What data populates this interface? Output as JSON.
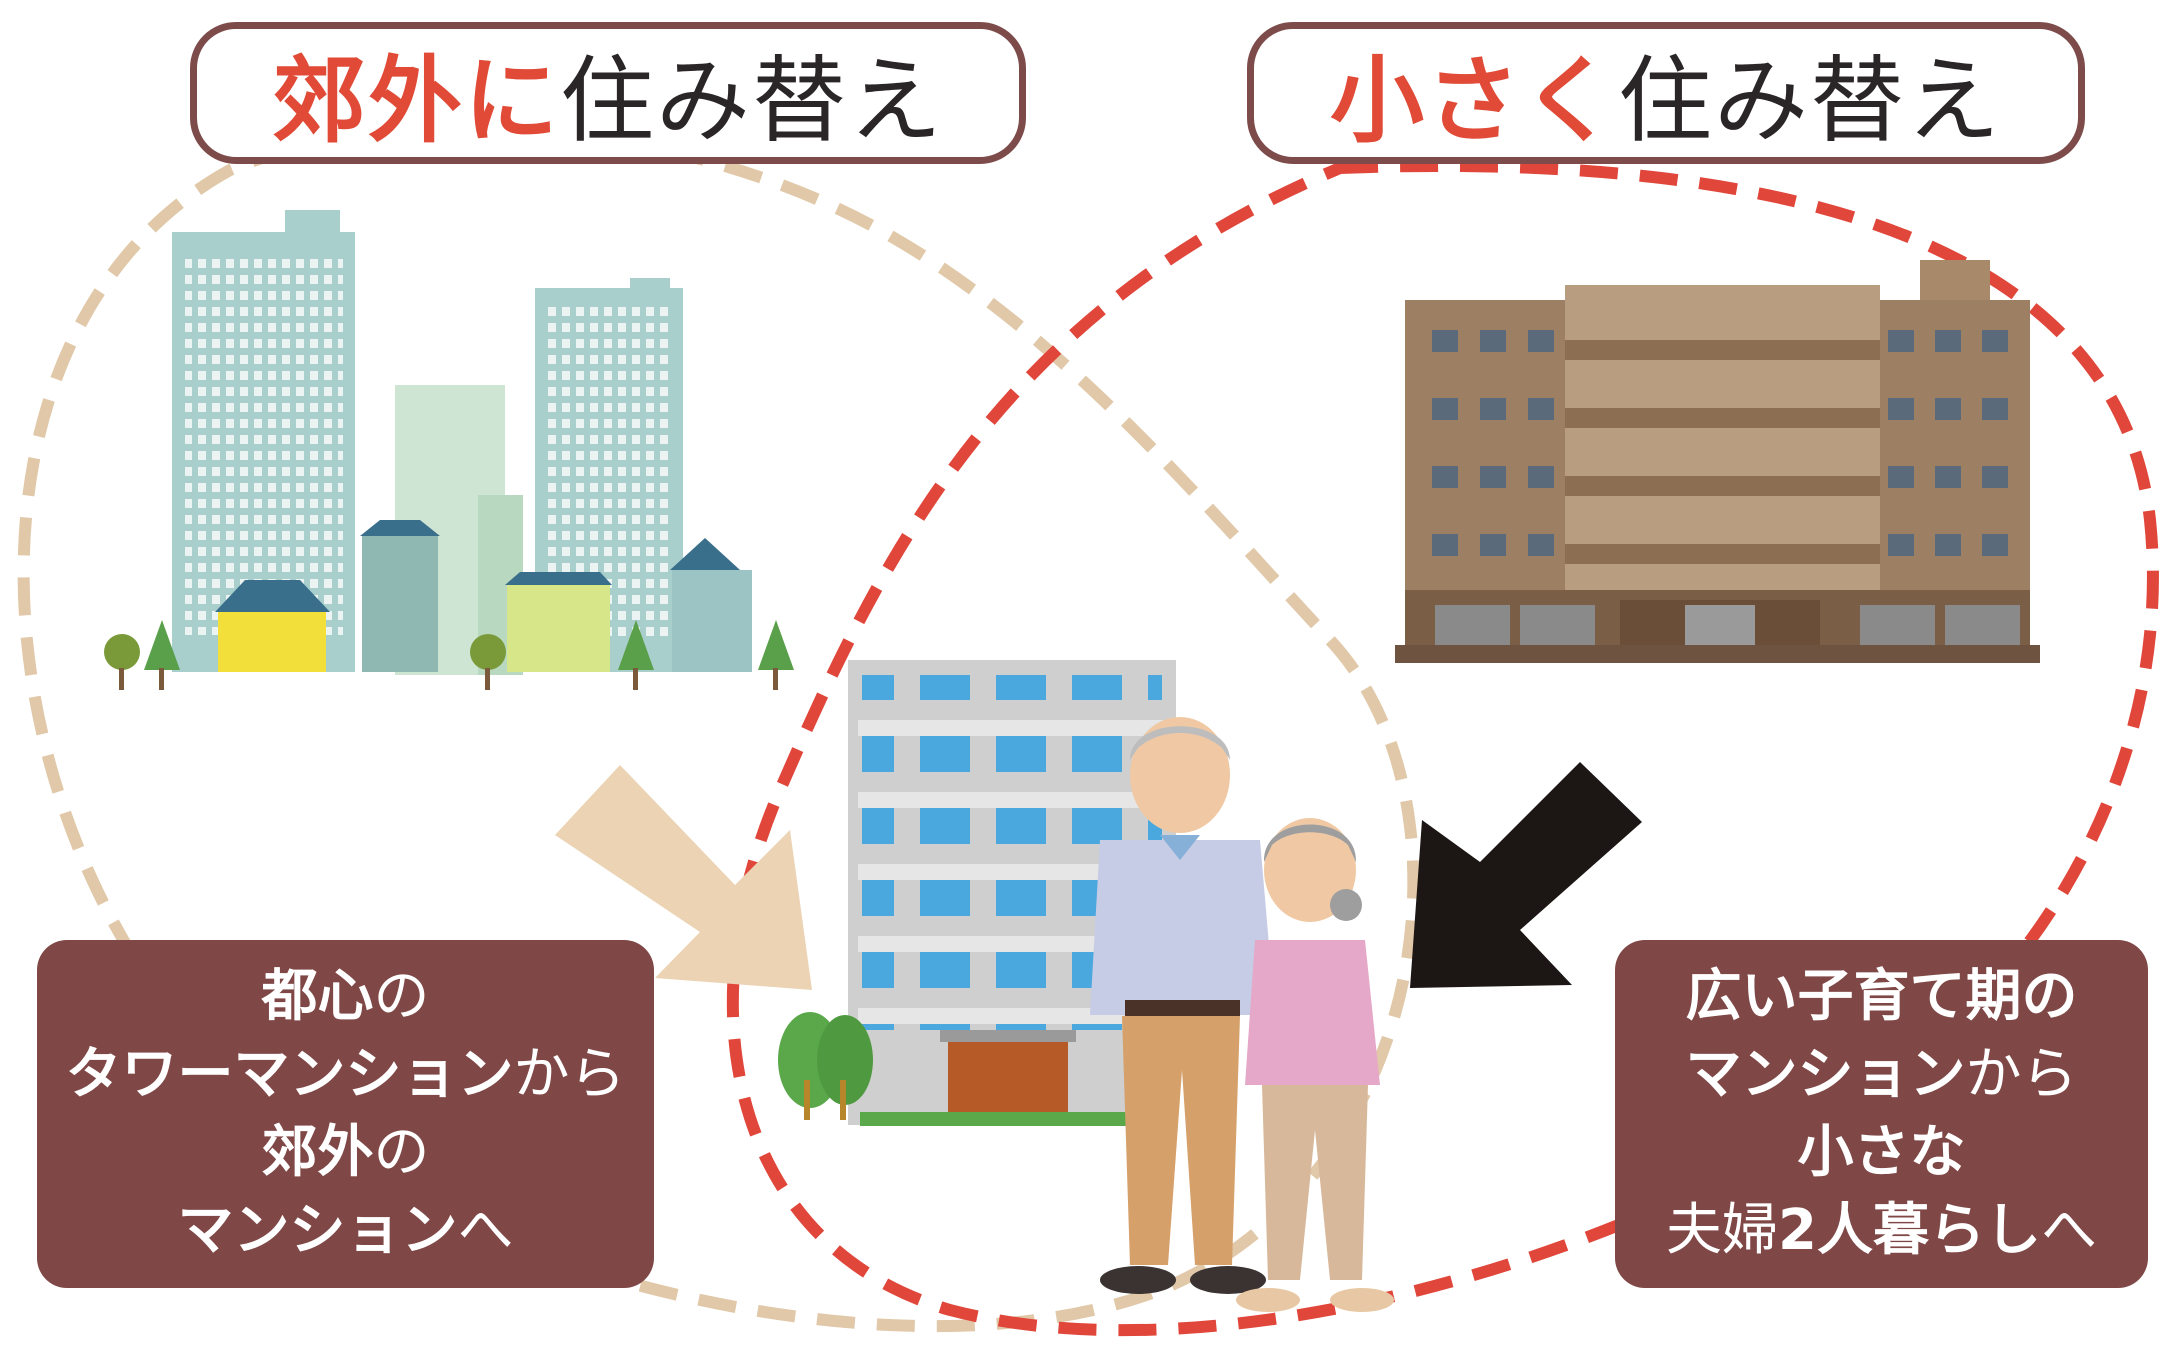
{
  "header_left": {
    "accent": "郊外に",
    "rest": "住み替え"
  },
  "header_right": {
    "accent": "小さく",
    "rest": "住み替え"
  },
  "box_left": {
    "lines": [
      {
        "bold": "都心",
        "thin": "の"
      },
      {
        "bold": "タワーマンション",
        "thin": "から"
      },
      {
        "bold": "郊外",
        "thin": "の"
      },
      {
        "bold": "マンション",
        "thin": "へ"
      }
    ]
  },
  "box_right": {
    "lines": [
      {
        "bold": "広い子育て期の",
        "thin": ""
      },
      {
        "bold": "マンション",
        "thin": "から"
      },
      {
        "bold": "小さな",
        "thin": ""
      },
      {
        "pre": "夫婦",
        "bold": "2人暮らし",
        "thin": "へ"
      }
    ]
  },
  "colors": {
    "left_circle": "#e0c8a8",
    "right_circle": "#e0463a",
    "header_border": "#7d4c4a",
    "accent_text": "#e04a36",
    "box_bg": "#7f4746",
    "arrow_left": "#ebd3b3",
    "arrow_right": "#1c1715"
  }
}
